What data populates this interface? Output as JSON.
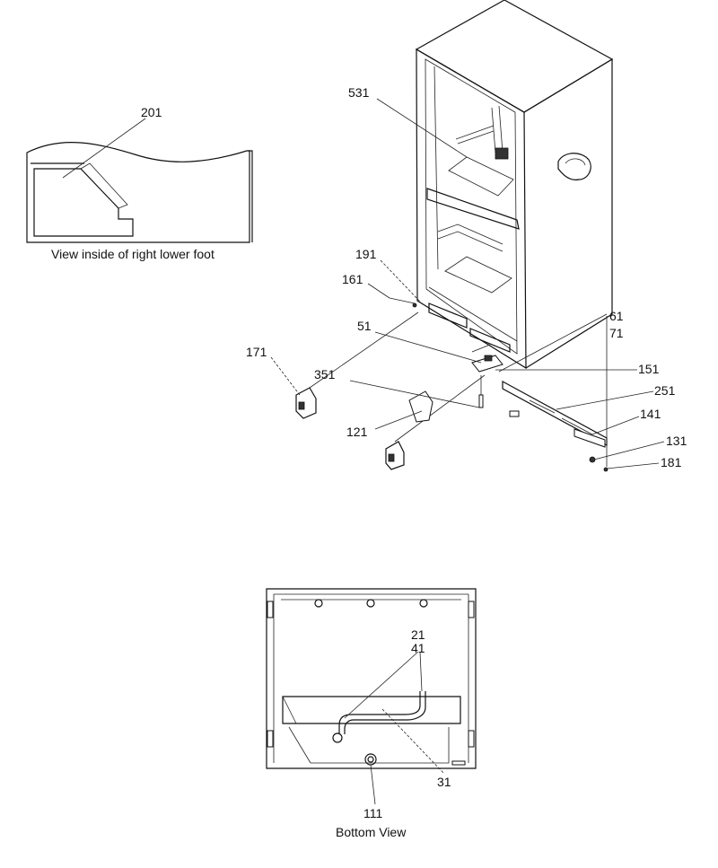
{
  "captions": {
    "foot_view": "View inside of right lower foot",
    "bottom_view": "Bottom View"
  },
  "callouts": {
    "c201": "201",
    "c531": "531",
    "c191": "191",
    "c161": "161",
    "c51": "51",
    "c171": "171",
    "c351": "351",
    "c121": "121",
    "c61": "61",
    "c71": "71",
    "c151": "151",
    "c251": "251",
    "c141": "141",
    "c131": "131",
    "c181": "181",
    "c21": "21",
    "c41": "41",
    "c31": "31",
    "c111": "111"
  }
}
